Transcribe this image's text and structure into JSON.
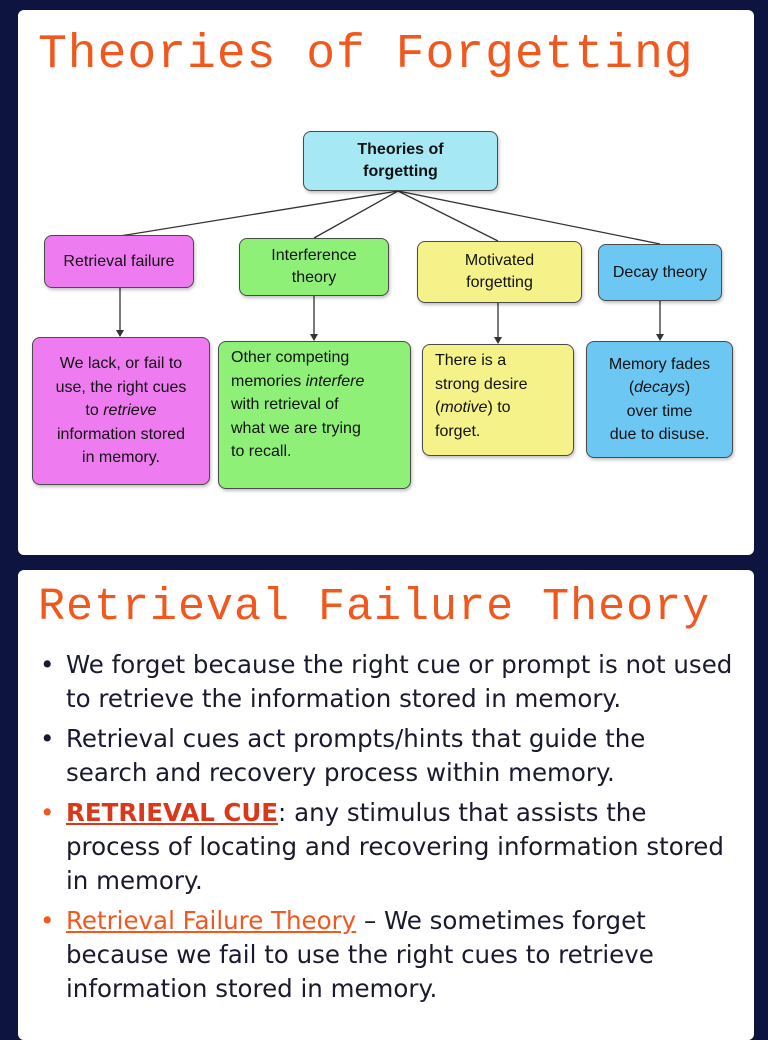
{
  "slide1": {
    "title": "Theories of Forgetting",
    "root": {
      "line1": "Theories of",
      "line2": "forgetting"
    },
    "branches": [
      {
        "label_lines": [
          "Retrieval failure"
        ],
        "desc_lines": [
          "We lack, or fail to",
          "use, the right cues",
          "to retrieve",
          "information stored",
          "in memory."
        ],
        "desc_italic_word": "retrieve"
      },
      {
        "label_lines": [
          "Interference",
          "theory"
        ],
        "desc_lines": [
          "Other competing",
          "memories interfere",
          "with retrieval of",
          "what we are trying",
          "to recall."
        ],
        "desc_italic_word": "interfere"
      },
      {
        "label_lines": [
          "Motivated",
          "forgetting"
        ],
        "desc_lines": [
          "There is a",
          "strong desire",
          "(motive) to",
          "forget."
        ],
        "desc_italic_word": "motive"
      },
      {
        "label_lines": [
          "Decay theory"
        ],
        "desc_lines": [
          "Memory fades",
          "(decays)",
          "over time",
          "due to disuse."
        ],
        "desc_italic_word": "decays"
      }
    ]
  },
  "slide2": {
    "title": "Retrieval Failure Theory",
    "bullets": [
      {
        "keyword": "",
        "text": "We forget because the right cue or prompt is not used to retrieve the information stored in memory."
      },
      {
        "keyword": "",
        "text": "Retrieval cues act prompts/hints that guide the search and recovery process within memory."
      },
      {
        "keyword": "RETRIEVAL CUE",
        "text": ": any stimulus that assists the process of locating and recovering information stored in memory."
      },
      {
        "keyword": "Retrieval Failure Theory",
        "text": " – We sometimes forget because we fail to use the right cues to retrieve information stored in memory."
      }
    ]
  },
  "colors": {
    "title": "#f0581e",
    "root": "#a6e8f4",
    "retrieval": "#ef7bf0",
    "interference": "#8ef077",
    "motivated": "#f6f28a",
    "decay": "#6cc7f2"
  }
}
